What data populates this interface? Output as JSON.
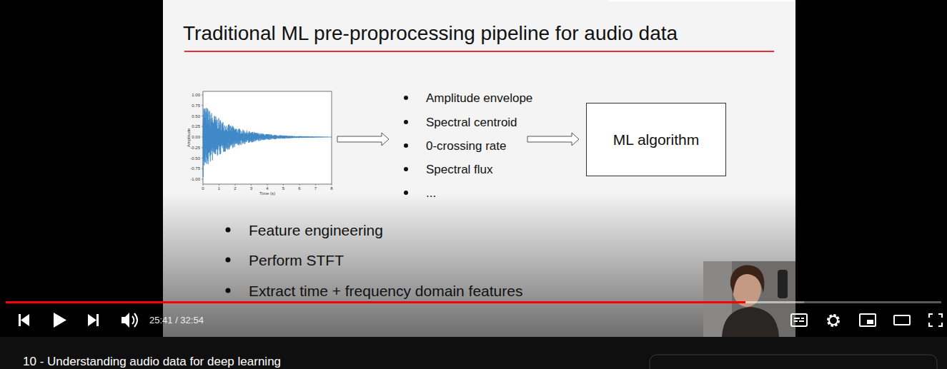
{
  "diagram": {
    "title": "Traditional ML pre-proprocessing pipeline for audio data",
    "nodes": [
      {
        "text": [
          "ML algorithm"
        ]
      }
    ],
    "labels": [
      "Amplitude envelope",
      "Spectral centroid",
      "0-crossing rate",
      "Spectral flux",
      "...",
      "Feature engineering",
      "Perform STFT",
      "Extract time + frequency domain features",
      "1.00",
      "0.75",
      "0.50",
      "0.25",
      "0.00",
      "-0.25",
      "-0.50",
      "-0.75",
      "-1.00",
      "0",
      "1",
      "2",
      "3",
      "4",
      "5",
      "6",
      "7",
      "8",
      "Time (s)",
      "Amplitude",
      "25:41 / 32:54",
      "10 - Understanding audio data for deep learning"
    ]
  }
}
